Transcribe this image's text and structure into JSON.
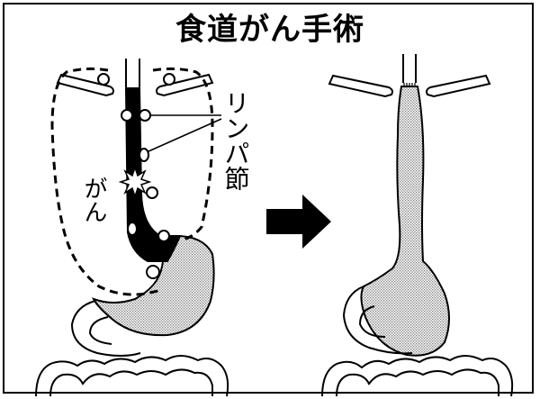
{
  "title": "食道がん手術",
  "labels": {
    "cancer": "がん",
    "lymph_node": "リンパ節"
  },
  "colors": {
    "line": "#000000",
    "esophagus": "#000000",
    "stomach_fill": "#cfcfcf",
    "background": "#ffffff"
  },
  "icons": {
    "arrow": "right-arrow",
    "tumor": "starburst"
  }
}
